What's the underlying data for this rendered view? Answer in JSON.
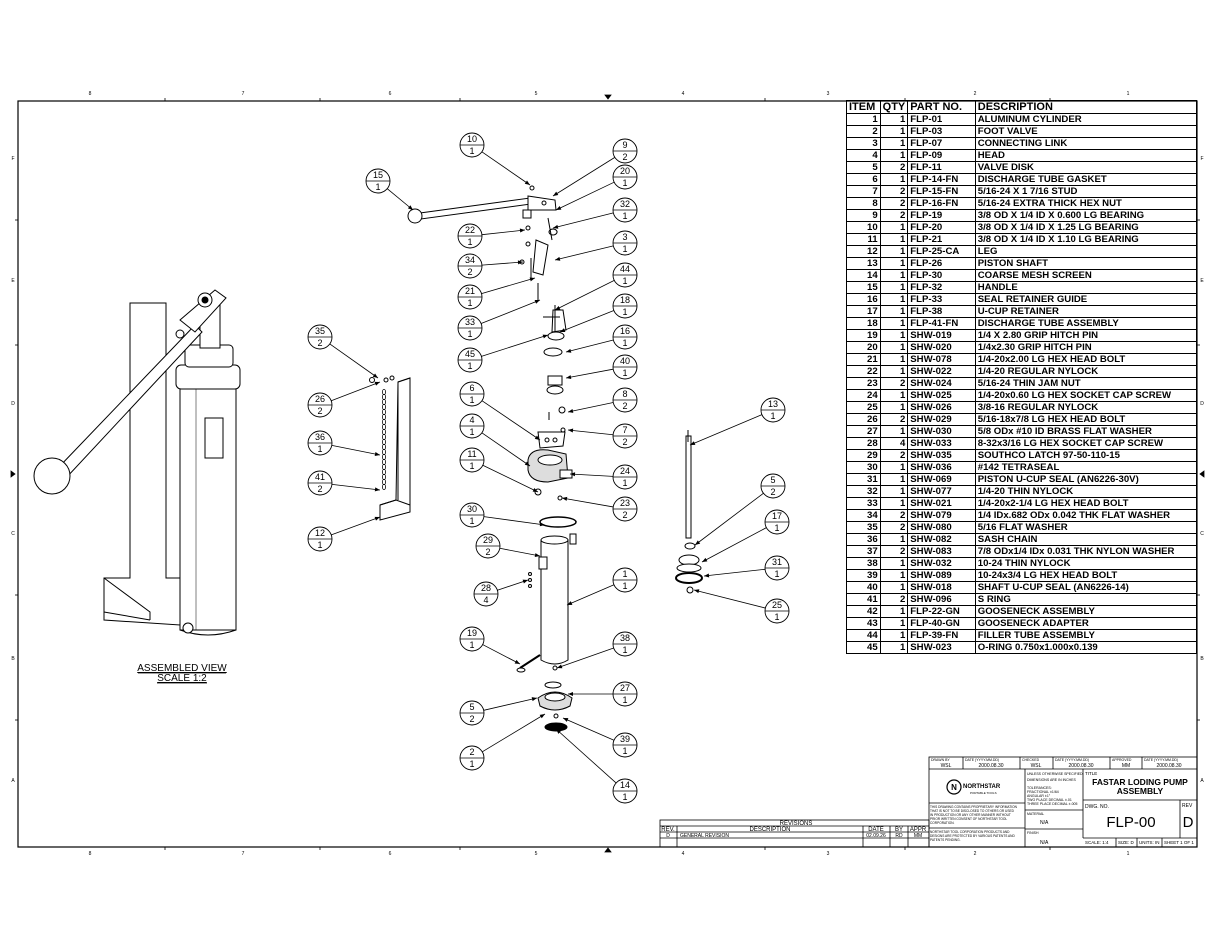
{
  "drawing": {
    "view_label": "ASSEMBLED VIEW",
    "scale_label": "SCALE 1:2",
    "balloons": [
      {
        "item": "10",
        "qty": "1"
      },
      {
        "item": "9",
        "qty": "2"
      },
      {
        "item": "15",
        "qty": "1"
      },
      {
        "item": "20",
        "qty": "1"
      },
      {
        "item": "32",
        "qty": "1"
      },
      {
        "item": "22",
        "qty": "1"
      },
      {
        "item": "3",
        "qty": "1"
      },
      {
        "item": "34",
        "qty": "2"
      },
      {
        "item": "44",
        "qty": "1"
      },
      {
        "item": "21",
        "qty": "1"
      },
      {
        "item": "18",
        "qty": "1"
      },
      {
        "item": "33",
        "qty": "1"
      },
      {
        "item": "16",
        "qty": "1"
      },
      {
        "item": "35",
        "qty": "2"
      },
      {
        "item": "45",
        "qty": "1"
      },
      {
        "item": "40",
        "qty": "1"
      },
      {
        "item": "26",
        "qty": "2"
      },
      {
        "item": "6",
        "qty": "1"
      },
      {
        "item": "8",
        "qty": "2"
      },
      {
        "item": "13",
        "qty": "1"
      },
      {
        "item": "4",
        "qty": "1"
      },
      {
        "item": "7",
        "qty": "2"
      },
      {
        "item": "36",
        "qty": "1"
      },
      {
        "item": "11",
        "qty": "1"
      },
      {
        "item": "24",
        "qty": "1"
      },
      {
        "item": "5",
        "qty": "2"
      },
      {
        "item": "41",
        "qty": "2"
      },
      {
        "item": "23",
        "qty": "2"
      },
      {
        "item": "30",
        "qty": "1"
      },
      {
        "item": "17",
        "qty": "1"
      },
      {
        "item": "12",
        "qty": "1"
      },
      {
        "item": "29",
        "qty": "2"
      },
      {
        "item": "31",
        "qty": "1"
      },
      {
        "item": "1",
        "qty": "1"
      },
      {
        "item": "28",
        "qty": "4"
      },
      {
        "item": "25",
        "qty": "1"
      },
      {
        "item": "19",
        "qty": "1"
      },
      {
        "item": "38",
        "qty": "1"
      },
      {
        "item": "27",
        "qty": "1"
      },
      {
        "item": "5",
        "qty": "2"
      },
      {
        "item": "39",
        "qty": "1"
      },
      {
        "item": "2",
        "qty": "1"
      },
      {
        "item": "14",
        "qty": "1"
      }
    ],
    "zone_columns": [
      "8",
      "7",
      "6",
      "5",
      "4",
      "3",
      "2",
      "1"
    ],
    "zone_rows": [
      "F",
      "E",
      "D",
      "C",
      "B",
      "A"
    ]
  },
  "bom": {
    "headers": [
      "ITEM",
      "QTY",
      "PART NO.",
      "DESCRIPTION"
    ],
    "rows": [
      [
        "1",
        "1",
        "FLP-01",
        "ALUMINUM CYLINDER"
      ],
      [
        "2",
        "1",
        "FLP-03",
        "FOOT VALVE"
      ],
      [
        "3",
        "1",
        "FLP-07",
        "CONNECTING LINK"
      ],
      [
        "4",
        "1",
        "FLP-09",
        "HEAD"
      ],
      [
        "5",
        "2",
        "FLP-11",
        "VALVE DISK"
      ],
      [
        "6",
        "1",
        "FLP-14-FN",
        "DISCHARGE TUBE GASKET"
      ],
      [
        "7",
        "2",
        "FLP-15-FN",
        "5/16-24 X 1 7/16 STUD"
      ],
      [
        "8",
        "2",
        "FLP-16-FN",
        "5/16-24 EXTRA THICK HEX NUT"
      ],
      [
        "9",
        "2",
        "FLP-19",
        "3/8 OD X 1/4 ID X 0.600 LG BEARING"
      ],
      [
        "10",
        "1",
        "FLP-20",
        "3/8 OD X 1/4 ID X 1.25 LG BEARING"
      ],
      [
        "11",
        "1",
        "FLP-21",
        "3/8 OD X 1/4 ID X 1.10 LG BEARING"
      ],
      [
        "12",
        "1",
        "FLP-25-CA",
        "LEG"
      ],
      [
        "13",
        "1",
        "FLP-26",
        "PISTON SHAFT"
      ],
      [
        "14",
        "1",
        "FLP-30",
        "COARSE MESH SCREEN"
      ],
      [
        "15",
        "1",
        "FLP-32",
        "HANDLE"
      ],
      [
        "16",
        "1",
        "FLP-33",
        "SEAL RETAINER GUIDE"
      ],
      [
        "17",
        "1",
        "FLP-38",
        "U-CUP RETAINER"
      ],
      [
        "18",
        "1",
        "FLP-41-FN",
        "DISCHARGE TUBE ASSEMBLY"
      ],
      [
        "19",
        "1",
        "SHW-019",
        "1/4 X 2.80 GRIP HITCH PIN"
      ],
      [
        "20",
        "1",
        "SHW-020",
        "1/4x2.30 GRIP HITCH PIN"
      ],
      [
        "21",
        "1",
        "SHW-078",
        "1/4-20x2.00 LG HEX HEAD BOLT"
      ],
      [
        "22",
        "1",
        "SHW-022",
        "1/4-20 REGULAR NYLOCK"
      ],
      [
        "23",
        "2",
        "SHW-024",
        "5/16-24 THIN JAM NUT"
      ],
      [
        "24",
        "1",
        "SHW-025",
        "1/4-20x0.60 LG HEX SOCKET CAP SCREW"
      ],
      [
        "25",
        "1",
        "SHW-026",
        "3/8-16 REGULAR NYLOCK"
      ],
      [
        "26",
        "2",
        "SHW-029",
        "5/16-18x7/8 LG HEX HEAD BOLT"
      ],
      [
        "27",
        "1",
        "SHW-030",
        "5/8 ODx #10 ID BRASS FLAT WASHER"
      ],
      [
        "28",
        "4",
        "SHW-033",
        "8-32x3/16 LG HEX SOCKET CAP SCREW"
      ],
      [
        "29",
        "2",
        "SHW-035",
        "SOUTHCO LATCH 97-50-110-15"
      ],
      [
        "30",
        "1",
        "SHW-036",
        "#142 TETRASEAL"
      ],
      [
        "31",
        "1",
        "SHW-069",
        "PISTON U-CUP SEAL (AN6226-30V)"
      ],
      [
        "32",
        "1",
        "SHW-077",
        "1/4-20 THIN NYLOCK"
      ],
      [
        "33",
        "1",
        "SHW-021",
        "1/4-20x2-1/4 LG HEX HEAD BOLT"
      ],
      [
        "34",
        "2",
        "SHW-079",
        "1/4 IDx.682 ODx 0.042 THK FLAT WASHER"
      ],
      [
        "35",
        "2",
        "SHW-080",
        "5/16 FLAT WASHER"
      ],
      [
        "36",
        "1",
        "SHW-082",
        "SASH CHAIN"
      ],
      [
        "37",
        "2",
        "SHW-083",
        "7/8 ODx1/4 IDx 0.031 THK NYLON WASHER"
      ],
      [
        "38",
        "1",
        "SHW-032",
        "10-24 THIN NYLOCK"
      ],
      [
        "39",
        "1",
        "SHW-089",
        "10-24x3/4 LG HEX HEAD BOLT"
      ],
      [
        "40",
        "1",
        "SHW-018",
        "SHAFT U-CUP SEAL (AN6226-14)"
      ],
      [
        "41",
        "2",
        "SHW-096",
        "S RING"
      ],
      [
        "42",
        "1",
        "FLP-22-GN",
        "GOOSENECK ASSEMBLY"
      ],
      [
        "43",
        "1",
        "FLP-40-GN",
        "GOOSENECK ADAPTER"
      ],
      [
        "44",
        "1",
        "FLP-39-FN",
        "FILLER TUBE ASSEMBLY"
      ],
      [
        "45",
        "1",
        "SHW-023",
        "O-RING 0.750x1.000x0.139"
      ]
    ]
  },
  "revisions": {
    "title": "REVISIONS",
    "headers": [
      "REV.",
      "DESCRIPTION",
      "DATE",
      "BY",
      "APPR"
    ],
    "rows": [
      [
        "D",
        "GENERAL REVISION",
        "02.09.26",
        "RD",
        "MM"
      ]
    ]
  },
  "title_block": {
    "drawn_label": "DRAWN BY",
    "drawn_by": "WSL",
    "drawn_date_label": "DATE (YYYY.MM.DD)",
    "drawn_date": "2000.08.30",
    "checked_label": "CHECKED",
    "checked_by": "WSL",
    "checked_date_label": "DATE (YYYY.MM.DD)",
    "checked_date": "2000.08.30",
    "approved_label": "APPROVED",
    "approved_by": "MM",
    "approved_date_label": "DATE (YYYY.MM.DD)",
    "approved_date": "2000.08.30",
    "company_name": "NORTHSTAR",
    "company_sub": "PORTABLE TOOLS",
    "company_initial": "N",
    "notes_1": "UNLESS OTHERWISE SPECIFIED:",
    "notes_2": "DIMENSIONS ARE IN INCHES",
    "tol_1": "TOLERANCES:",
    "tol_2": "FRACTIONAL ±1/64",
    "tol_3": "ANGULAR ±1°",
    "tol_4": "TWO PLACE DECIMAL ±.01",
    "tol_5": "THREE PLACE DECIMAL ±.005",
    "material_label": "MATERIAL",
    "material": "N/A",
    "finish_label": "FINISH",
    "finish": "N/A",
    "proprietary_1": "THIS DRAWING CONTAINS PROPRIETARY INFORMATION",
    "proprietary_2": "THAT IS NOT TO BE DISCLOSED TO OTHERS OR USED",
    "proprietary_3": "IN PRODUCTION OR ANY OTHER MANNER WITHOUT",
    "proprietary_4": "PRIOR WRITTEN CONSENT OF NORTHSTAR TOOL",
    "proprietary_5": "CORPORATION.",
    "patent_1": "NORTHSTAR TOOL CORPORATION PRODUCTS AND",
    "patent_2": "DESIGNS ARE PROTECTED BY VARIOUS PATENTS AND",
    "patent_3": "PATENTS PENDING.",
    "title_label": "TITLE",
    "title_line1": "FASTAR LODING PUMP",
    "title_line2": "ASSEMBLY",
    "dwg_no_label": "DWG. NO.",
    "dwg_no": "FLP-00",
    "rev_label": "REV",
    "rev": "D",
    "scale": "SCALE: 1:4",
    "size": "SIZE: D",
    "units": "UNITS: IN",
    "sheet": "SHEET 1 OF 1"
  },
  "colors": {
    "line": "#000000",
    "fill": "#ffffff",
    "part_gray": "#e6e6e6"
  }
}
